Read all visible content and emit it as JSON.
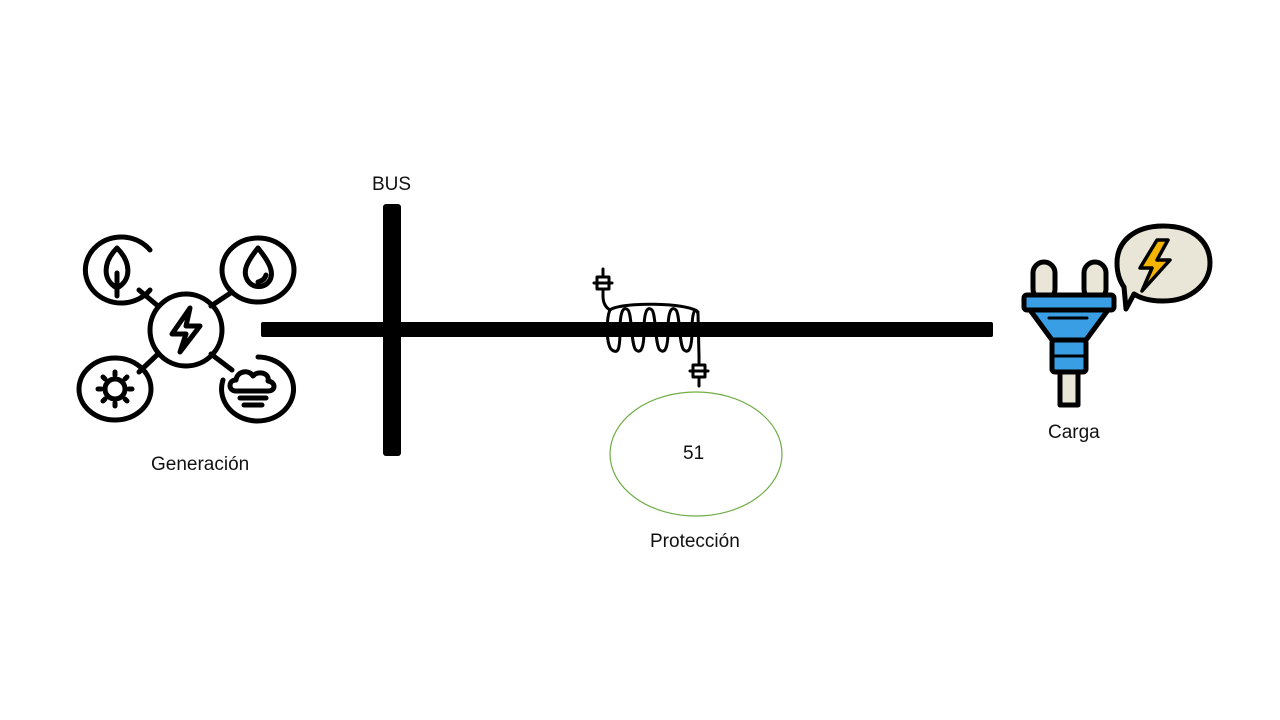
{
  "labels": {
    "bus": "BUS",
    "generation": "Generación",
    "protection": "Protección",
    "load": "Carga",
    "relay_code": "51"
  },
  "icons": {
    "generation": "renewable-generation-icon",
    "load": "electric-plug-icon",
    "current_transformer": "coil-icon"
  },
  "colors": {
    "line": "#000000",
    "relay_circle": "#70ad47",
    "plug_body": "#3a9ee4",
    "bolt": "#f5b400",
    "bubble": "#e9e6d8"
  }
}
